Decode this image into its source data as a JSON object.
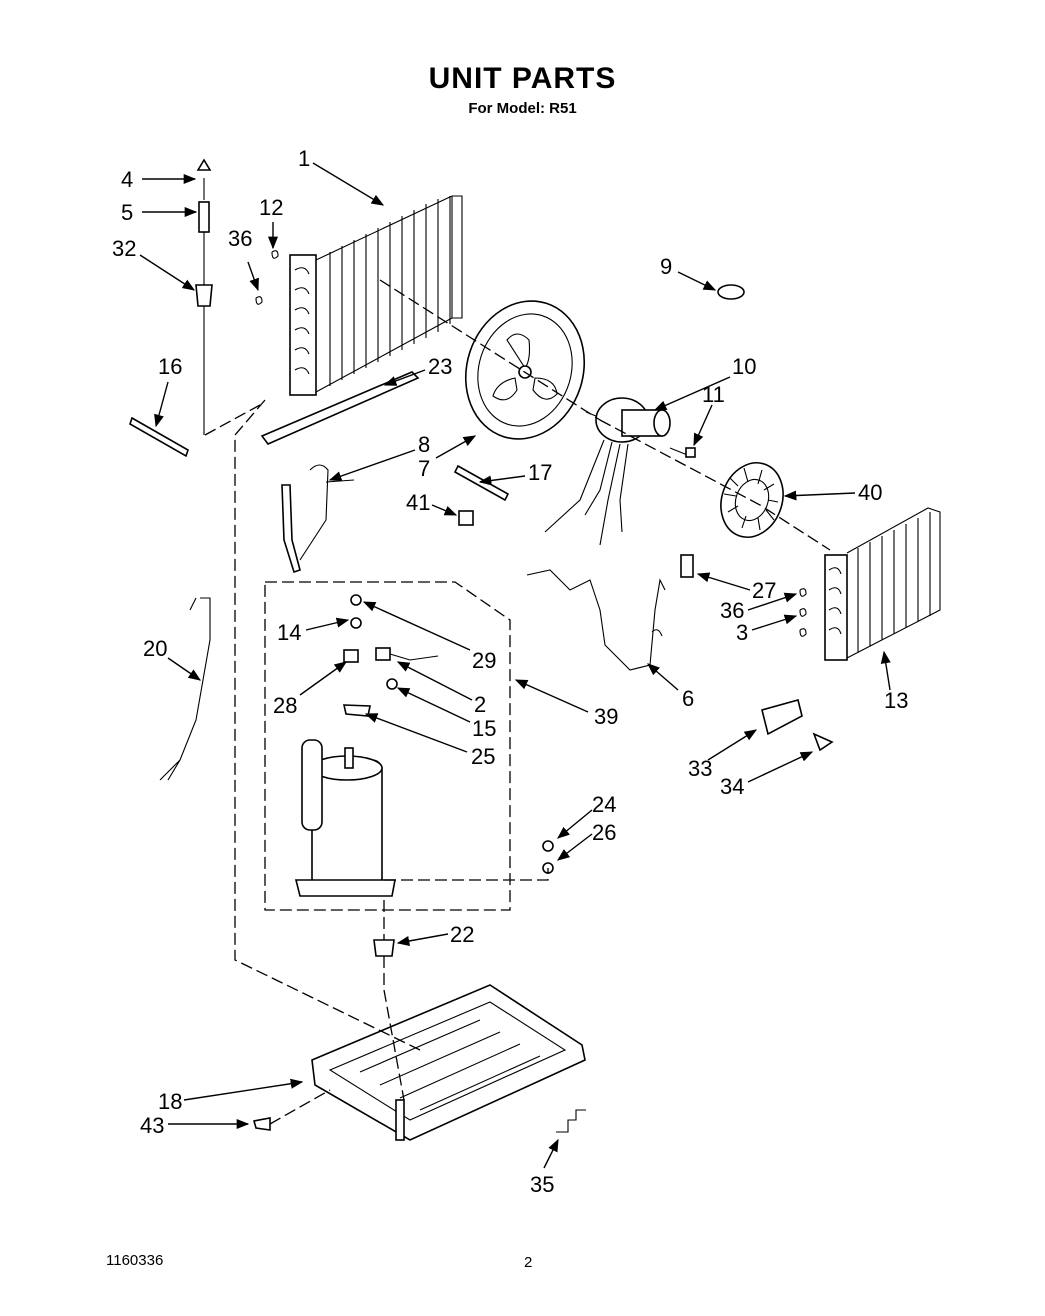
{
  "header": {
    "title": "UNIT PARTS",
    "subtitle": "For Model: R51"
  },
  "footer": {
    "document_code": "1160336",
    "page_number": "2"
  },
  "callouts": [
    "4",
    "5",
    "32",
    "36",
    "12",
    "1",
    "9",
    "16",
    "23",
    "10",
    "11",
    "8",
    "7",
    "17",
    "40",
    "41",
    "27",
    "36",
    "3",
    "13",
    "20",
    "14",
    "29",
    "28",
    "2",
    "15",
    "39",
    "6",
    "25",
    "33",
    "34",
    "24",
    "26",
    "22",
    "18",
    "43",
    "35"
  ]
}
